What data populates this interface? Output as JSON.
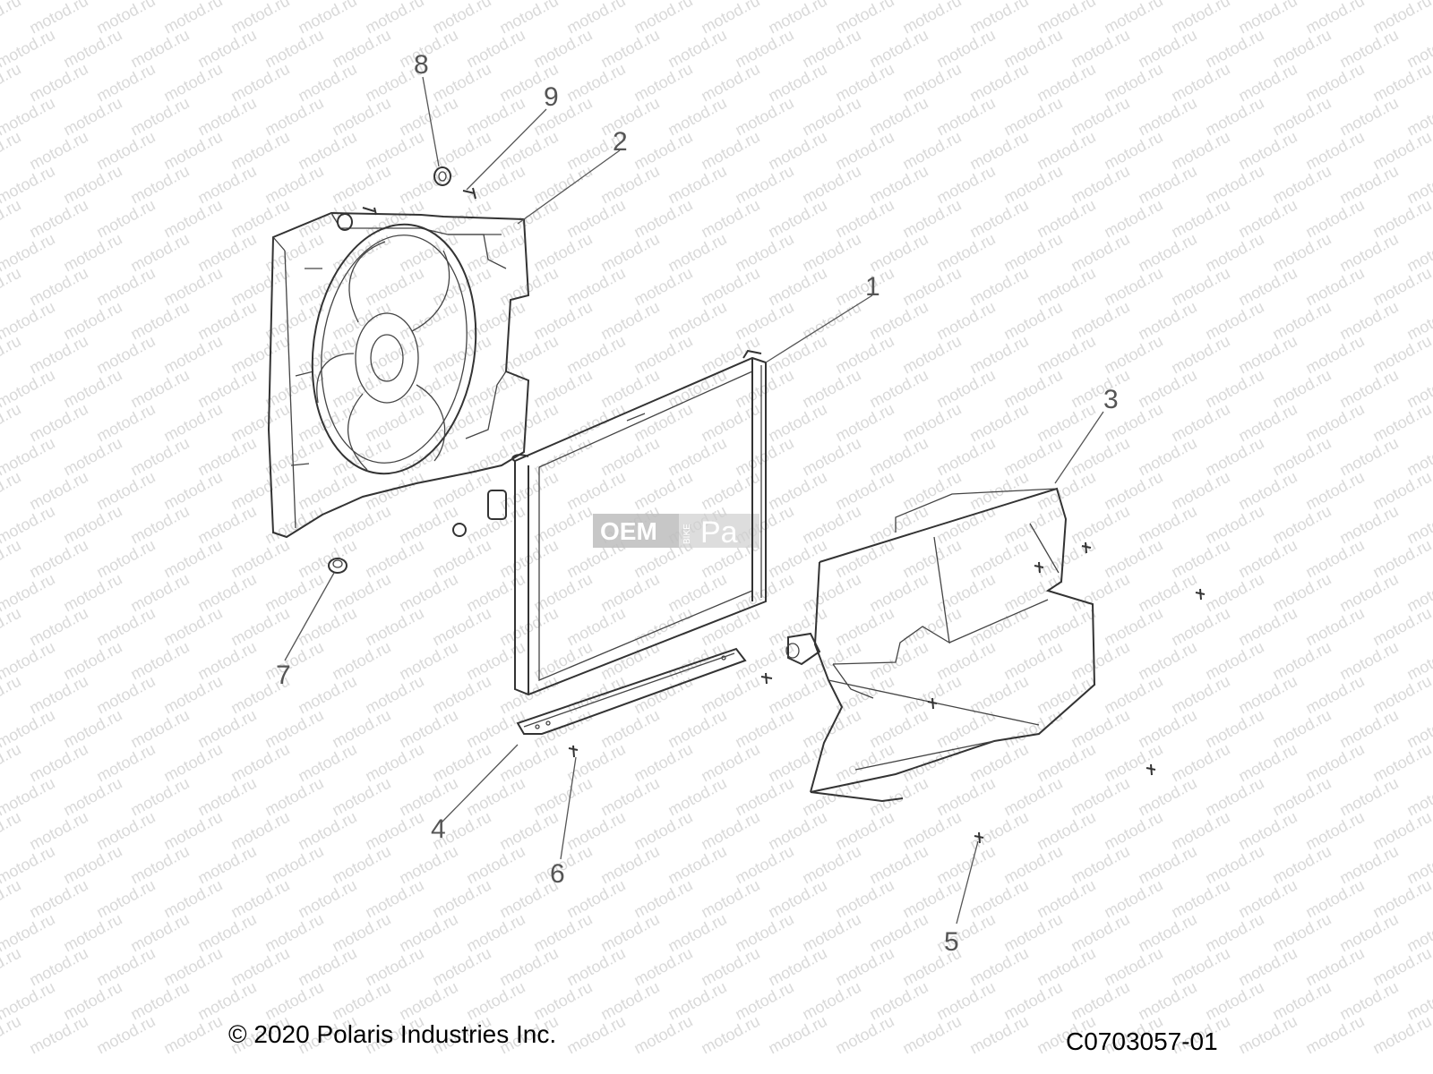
{
  "watermark": {
    "text": "motod.ru",
    "color": "#d9d9d9"
  },
  "center_logo": {
    "oem": "OEM",
    "bike": "BIKE",
    "pa": "Pa"
  },
  "callouts": [
    {
      "id": "1",
      "label": "1"
    },
    {
      "id": "2",
      "label": "2"
    },
    {
      "id": "3",
      "label": "3"
    },
    {
      "id": "4",
      "label": "4"
    },
    {
      "id": "5",
      "label": "5"
    },
    {
      "id": "6",
      "label": "6"
    },
    {
      "id": "7",
      "label": "7"
    },
    {
      "id": "8",
      "label": "8"
    },
    {
      "id": "9",
      "label": "9"
    }
  ],
  "footer": {
    "copyright": "© 2020 Polaris Industries Inc.",
    "drawing_code": "C0703057-01"
  }
}
